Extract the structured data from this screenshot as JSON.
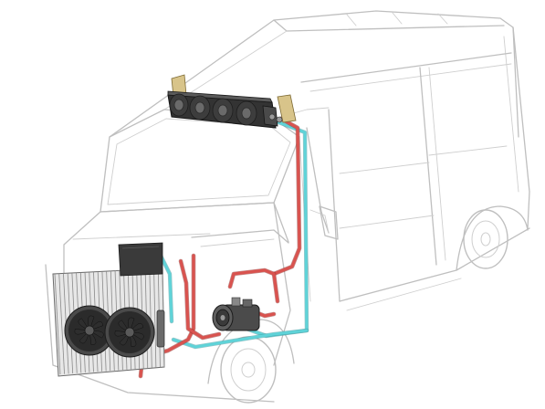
{
  "diagram": {
    "colors": {
      "hot_line": "#d9534f",
      "cold_line": "#5fd3d8",
      "body_outline": "#bfbfbf",
      "components": "#3d3d3d",
      "brackets": "#d8c48a"
    },
    "components": [
      "van-body-outline",
      "rooftop-evaporator-unit",
      "front-condenser",
      "condenser-fan-left",
      "condenser-fan-right",
      "engine-compressor",
      "hot-refrigerant-line",
      "cold-refrigerant-line",
      "front-wheel",
      "rear-wheel"
    ]
  }
}
